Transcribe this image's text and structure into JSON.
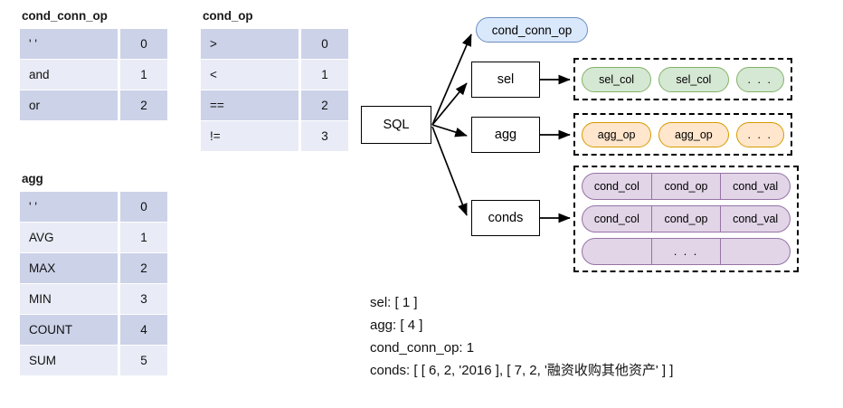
{
  "tables": [
    {
      "id": "cond_conn_op",
      "title": "cond_conn_op",
      "rows": [
        {
          "name": "' '",
          "value": "0"
        },
        {
          "name": "and",
          "value": "1"
        },
        {
          "name": "or",
          "value": "2"
        }
      ]
    },
    {
      "id": "cond_op",
      "title": "cond_op",
      "rows": [
        {
          "name": ">",
          "value": "0"
        },
        {
          "name": "<",
          "value": "1"
        },
        {
          "name": "==",
          "value": "2"
        },
        {
          "name": "!=",
          "value": "3"
        }
      ]
    },
    {
      "id": "agg",
      "title": "agg",
      "rows": [
        {
          "name": "' '",
          "value": "0"
        },
        {
          "name": "AVG",
          "value": "1"
        },
        {
          "name": "MAX",
          "value": "2"
        },
        {
          "name": "MIN",
          "value": "3"
        },
        {
          "name": "COUNT",
          "value": "4"
        },
        {
          "name": "SUM",
          "value": "5"
        }
      ]
    }
  ],
  "diagram": {
    "root": "SQL",
    "nodes": {
      "cond_conn_op": "cond_conn_op",
      "sel": "sel",
      "agg": "agg",
      "conds": "conds"
    },
    "sel_group": [
      "sel_col",
      "sel_col",
      ". . ."
    ],
    "agg_group": [
      "agg_op",
      "agg_op",
      ". . ."
    ],
    "conds_group": [
      [
        "cond_col",
        "cond_op",
        "cond_val"
      ],
      [
        "cond_col",
        "cond_op",
        "cond_val"
      ],
      [
        "",
        ". . .",
        ""
      ]
    ],
    "colors": {
      "cond_conn_op_fill": "#dae8fc",
      "cond_conn_op_stroke": "#6c8ebf",
      "sel_fill": "#d5e8d4",
      "sel_stroke": "#82b366",
      "agg_fill": "#ffe6cc",
      "agg_stroke": "#d79b00",
      "conds_fill": "#e1d5e7",
      "conds_stroke": "#9673a6",
      "edge": "#000000"
    }
  },
  "example": {
    "lines": [
      "sel: [ 1 ]",
      "agg: [ 4 ]",
      "cond_conn_op: 1",
      "conds: [ [ 6, 2, '2016 ], [ 7, 2, '融资收购其他资产' ] ]"
    ]
  }
}
